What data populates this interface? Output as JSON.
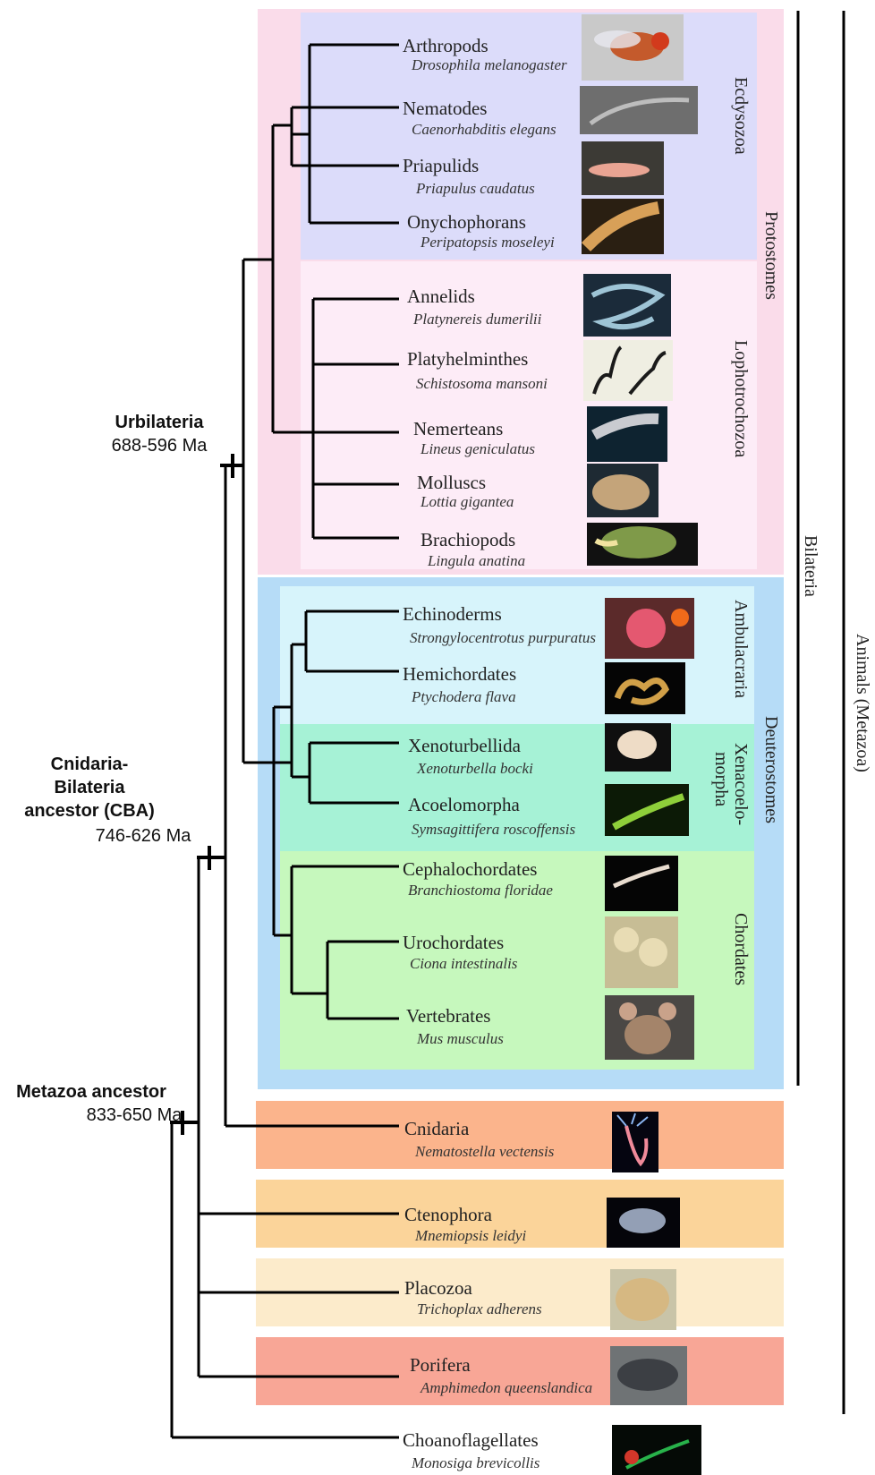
{
  "nodes": {
    "urbilateria": {
      "title": "Urbilateria",
      "age": "688-596 Ma"
    },
    "cba": {
      "line1": "Cnidaria-",
      "line2": "Bilateria",
      "line3": "ancestor (CBA)",
      "age": "746-626 Ma"
    },
    "metazoa": {
      "title": "Metazoa ancestor",
      "age": "833-650 Ma"
    }
  },
  "groups": {
    "ecdysozoa": "Ecdysozoa",
    "lophotrochozoa": "Lophotrochozoa",
    "protostomes": "Protostomes",
    "ambulacraria": "Ambulacraria",
    "xenacoelomorpha_1": "Xenacoelo-",
    "xenacoelomorpha_2": "morpha",
    "chordates": "Chordates",
    "deuterostomes": "Deuterostomes",
    "bilateria": "Bilateria",
    "animals": "Animals (Metazoa)"
  },
  "taxa": [
    {
      "name": "Arthropods",
      "species": "Drosophila melanogaster"
    },
    {
      "name": "Nematodes",
      "species": "Caenorhabditis elegans"
    },
    {
      "name": "Priapulids",
      "species": "Priapulus caudatus"
    },
    {
      "name": "Onychophorans",
      "species": "Peripatopsis moseleyi"
    },
    {
      "name": "Annelids",
      "species": "Platynereis dumerilii"
    },
    {
      "name": "Platyhelminthes",
      "species": "Schistosoma mansoni"
    },
    {
      "name": "Nemerteans",
      "species": "Lineus geniculatus"
    },
    {
      "name": "Molluscs",
      "species": "Lottia gigantea"
    },
    {
      "name": "Brachiopods",
      "species": "Lingula anatina"
    },
    {
      "name": "Echinoderms",
      "species": "Strongylocentrotus purpuratus"
    },
    {
      "name": "Hemichordates",
      "species": "Ptychodera flava"
    },
    {
      "name": "Xenoturbellida",
      "species": "Xenoturbella bocki"
    },
    {
      "name": "Acoelomorpha",
      "species": "Symsagittifera roscoffensis"
    },
    {
      "name": "Cephalochordates",
      "species": "Branchiostoma floridae"
    },
    {
      "name": "Urochordates",
      "species": "Ciona intestinalis"
    },
    {
      "name": "Vertebrates",
      "species": "Mus musculus"
    },
    {
      "name": "Cnidaria",
      "species": "Nematostella vectensis"
    },
    {
      "name": "Ctenophora",
      "species": "Mnemiopsis leidyi"
    },
    {
      "name": "Placozoa",
      "species": "Trichoplax adherens"
    },
    {
      "name": "Porifera",
      "species": "Amphimedon queenslandica"
    },
    {
      "name": "Choanoflagellates",
      "species": "Monosiga brevicollis"
    }
  ],
  "colors": {
    "protostome_panel": "#fadcea",
    "ecdysozoa_panel": "#dcdcfa",
    "lophotrochozoa_panel": "#fdecf7",
    "deuterostome_panel": "#b6dcf7",
    "ambulacraria_panel": "#d7f4fb",
    "xenacoelomorpha_panel": "#a6f2d6",
    "chordates_panel": "#c6f8bd",
    "cnidaria_panel": "#fbb48c",
    "ctenophora_panel": "#fbd49a",
    "placozoa_panel": "#fcebcb",
    "porifera_panel": "#f8a696"
  }
}
